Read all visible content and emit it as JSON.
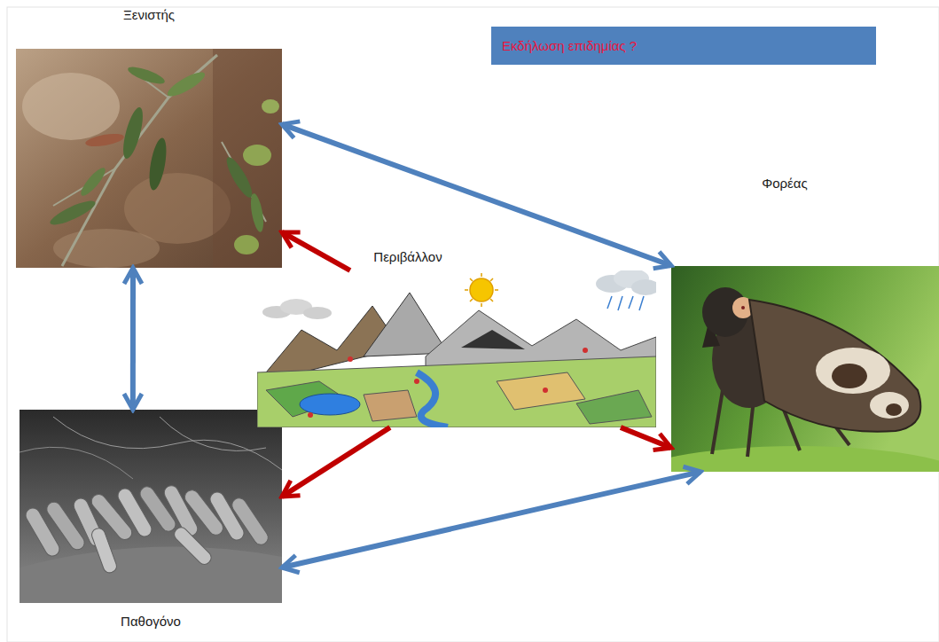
{
  "diagram": {
    "title": "Εκδήλωση επιδημίας ?",
    "nodes": [
      {
        "text": [
          "Ξενιστής"
        ]
      },
      {
        "text": [
          "Φορέας"
        ]
      },
      {
        "text": [
          "Περιβάλλον"
        ]
      },
      {
        "text": [
          "Παθογόνο"
        ]
      }
    ],
    "edges": [
      {
        "from": 0,
        "to": 1,
        "arrow": "both"
      },
      {
        "from": 0,
        "to": 3,
        "arrow": "both"
      },
      {
        "from": 3,
        "to": 1,
        "arrow": "both"
      },
      {
        "from": 2,
        "to": 0,
        "arrow": "to"
      },
      {
        "from": 2,
        "to": 3,
        "arrow": "to"
      },
      {
        "from": 2,
        "to": 1,
        "arrow": "to"
      }
    ]
  }
}
